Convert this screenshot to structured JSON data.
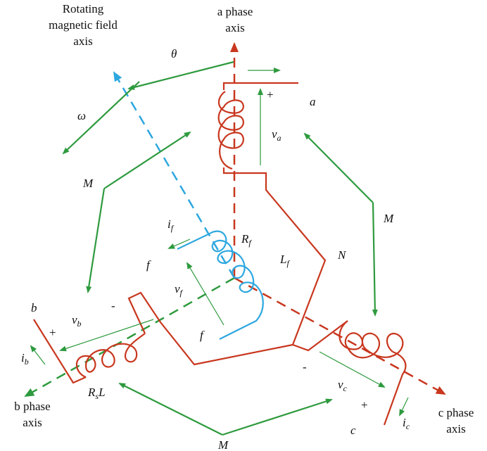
{
  "labels": {
    "rotating_axis": [
      "Rotating",
      "magnetic field",
      "axis"
    ],
    "a_axis": [
      "a phase",
      "axis"
    ],
    "b_axis": [
      "b phase",
      "axis"
    ],
    "c_axis": [
      "c phase",
      "axis"
    ],
    "theta": "θ",
    "omega": "ω",
    "m_left": "M",
    "m_right": "M",
    "m_bottom": "M",
    "a": "a",
    "b": "b",
    "c": "c",
    "va": "v",
    "va_sub": "a",
    "vb": "v",
    "vb_sub": "b",
    "vc": "v",
    "vc_sub": "c",
    "vf": "v",
    "vf_sub": "f",
    "if": "i",
    "if_sub": "f",
    "ib": "i",
    "ib_sub": "b",
    "ic": "i",
    "ic_sub": "c",
    "Rf": "R",
    "Rf_sub": "f",
    "Lf": "L",
    "Lf_sub": "f",
    "N": "N",
    "f_top": "f",
    "f_bottom": "f",
    "RsL_R": "R",
    "RsL_sub": "s",
    "RsL_L": "L",
    "plus_a": "+",
    "plus_b": "+",
    "plus_c": "+",
    "minus_b": "-",
    "minus_c": "-"
  },
  "colors": {
    "winding": "#c8371e",
    "field": "#2da7df",
    "arrow": "#2e9a3e",
    "text": "#111111"
  }
}
